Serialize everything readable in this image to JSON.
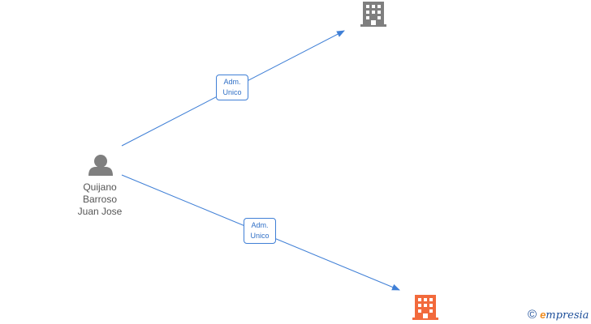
{
  "person": {
    "name_lines": [
      "Quijano",
      "Barroso",
      "Juan Jose"
    ],
    "icon": "person-icon",
    "color": "#7f7f7f"
  },
  "companies": [
    {
      "icon": "building-icon",
      "color": "#7f7f7f"
    },
    {
      "icon": "building-icon",
      "color": "#f26a3c"
    }
  ],
  "relations": [
    {
      "label_line1": "Adm.",
      "label_line2": "Unico",
      "color": "#3f7fd6"
    },
    {
      "label_line1": "Adm.",
      "label_line2": "Unico",
      "color": "#3f7fd6"
    }
  ],
  "watermark": {
    "copyright": "©",
    "brand_initial": "e",
    "brand_rest": "mpresia"
  }
}
